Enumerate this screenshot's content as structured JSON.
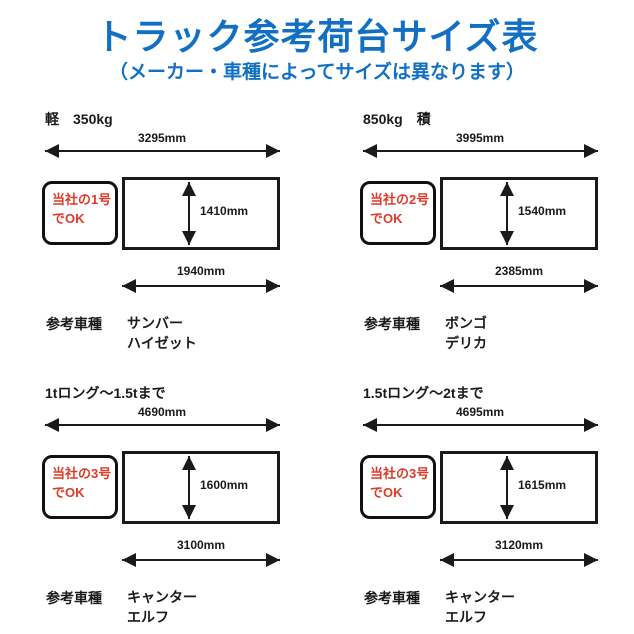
{
  "header": {
    "title": "トラック参考荷台サイズ表",
    "subtitle": "（メーカー・車種によってサイズは異なります）"
  },
  "colors": {
    "heading_blue": "#1270c4",
    "badge_red": "#dd3a2a",
    "diagram_black": "#1a1a1a",
    "background": "#ffffff"
  },
  "panels": [
    {
      "heading": "軽　350kg",
      "overall_length": "3295mm",
      "bed_width": "1410mm",
      "bed_length": "1940mm",
      "badge_line1": "当社の1号",
      "badge_line2": "でOK",
      "ref_label": "参考車種",
      "vehicle1": "サンバー",
      "vehicle2": "ハイゼット"
    },
    {
      "heading": "850kg　積",
      "overall_length": "3995mm",
      "bed_width": "1540mm",
      "bed_length": "2385mm",
      "badge_line1": "当社の2号",
      "badge_line2": "でOK",
      "ref_label": "参考車種",
      "vehicle1": "ボンゴ",
      "vehicle2": "デリカ"
    },
    {
      "heading": "1tロング～1.5tまで",
      "overall_length": "4690mm",
      "bed_width": "1600mm",
      "bed_length": "3100mm",
      "badge_line1": "当社の3号",
      "badge_line2": "でOK",
      "ref_label": "参考車種",
      "vehicle1": "キャンター",
      "vehicle2": "エルフ"
    },
    {
      "heading": "1.5tロング～2tまで",
      "overall_length": "4695mm",
      "bed_width": "1615mm",
      "bed_length": "3120mm",
      "badge_line1": "当社の3号",
      "badge_line2": "でOK",
      "ref_label": "参考車種",
      "vehicle1": "キャンター",
      "vehicle2": "エルフ"
    }
  ]
}
